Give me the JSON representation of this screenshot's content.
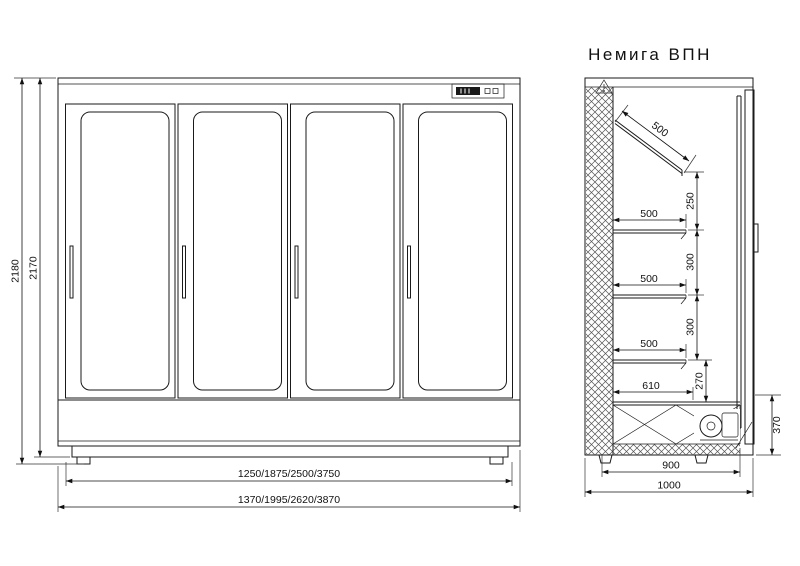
{
  "title": "Немига ВПН",
  "colors": {
    "line": "#1a1a1a",
    "background": "#ffffff"
  },
  "front_view": {
    "dim_height_overall": "2180",
    "dim_height_body": "2170",
    "dim_width_doors": "1250/1875/2500/3750",
    "dim_width_overall": "1370/1995/2620/3870"
  },
  "side_view": {
    "dim_canopy_depth": "500",
    "dim_gap_canopy": "250",
    "dim_shelf1_depth": "500",
    "dim_gap_shelf1": "300",
    "dim_shelf2_depth": "500",
    "dim_gap_shelf2": "300",
    "dim_shelf3_depth": "500",
    "dim_gap_shelf3": "270",
    "dim_base_depth": "610",
    "dim_machine_height": "370",
    "dim_depth_inner": "900",
    "dim_depth_overall": "1000"
  }
}
